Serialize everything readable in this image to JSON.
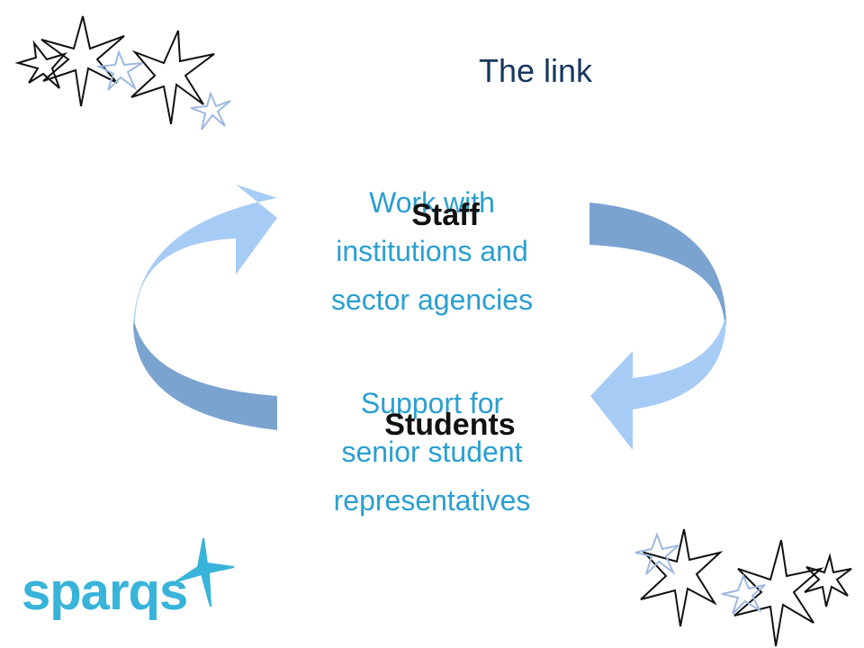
{
  "slide": {
    "title": "The link",
    "top_item": {
      "text_line1": "Work with",
      "text_line2": "institutions and",
      "text_line3": "sector agencies",
      "label": "Staff"
    },
    "bottom_item": {
      "text_line1": "Support for",
      "text_line2": "senior student",
      "text_line3": "representatives",
      "label": "Students"
    },
    "logo": "sparqs"
  },
  "colors": {
    "title": "#17375e",
    "item_text": "#2a9fd0",
    "arrow_light": "#a6ccf5",
    "arrow_dark": "#7ba3d0",
    "logo": "#38b3d9",
    "star_accent": "#9fb8e0"
  },
  "icons": [
    "star-cluster-icon",
    "sparkle-icon",
    "cycle-arrow-icon"
  ]
}
